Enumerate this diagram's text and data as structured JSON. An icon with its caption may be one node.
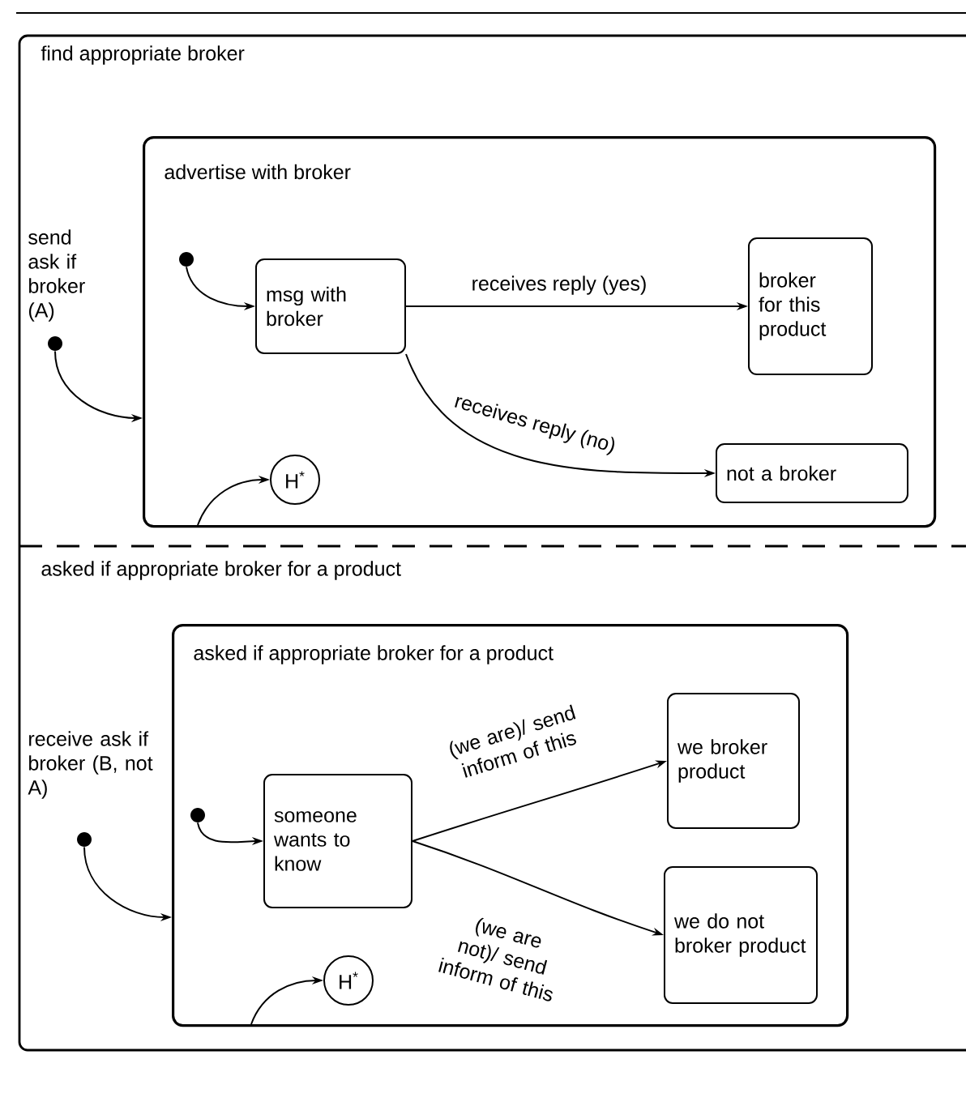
{
  "diagram": {
    "nodes": [
      {
        "text": [
          "advertise with broker"
        ]
      },
      {
        "text": [],
        "shape": "circle"
      },
      {
        "text": [],
        "shape": "circle",
        "in": 0
      },
      {
        "text": [
          "msg with broker"
        ],
        "in": 0
      },
      {
        "text": [
          "broker for this product"
        ],
        "in": 0
      },
      {
        "text": [
          "not a broker"
        ],
        "in": 0
      },
      {
        "text": [
          "H$^{*}$"
        ],
        "in": 0
      },
      {
        "text": [
          "asked if appropriate broker for a product"
        ]
      },
      {
        "text": [],
        "shape": "circle"
      },
      {
        "text": [],
        "shape": "circle",
        "in": 7
      },
      {
        "text": [
          "someone wants to know"
        ],
        "in": 7
      },
      {
        "text": [
          "we broker product"
        ],
        "in": 7
      },
      {
        "text": [
          "we do not broker product"
        ],
        "in": 7
      },
      {
        "text": [
          "H$^{*}$"
        ],
        "in": 7
      }
    ],
    "edges": [
      {
        "from": 1,
        "to": 0,
        "arrow": "to",
        "label": "send ask if broker (A)"
      },
      {
        "from": 2,
        "to": 3,
        "arrow": "to"
      },
      {
        "from": 3,
        "to": 4,
        "arrow": "to",
        "label": "receives reply (yes)"
      },
      {
        "from": 3,
        "to": 5,
        "arrow": "to",
        "label": "receives reply (no)"
      },
      {
        "from": null,
        "to": 6,
        "arrow": "to"
      },
      {
        "from": 8,
        "to": 7,
        "arrow": "to",
        "label": "receive ask if broker (B, not A)"
      },
      {
        "from": 9,
        "to": 10,
        "arrow": "to"
      },
      {
        "from": 10,
        "to": 11,
        "arrow": "to",
        "label": "(we are)/ send inform of this"
      },
      {
        "from": 10,
        "to": 12,
        "arrow": "to",
        "label": "(we are not)/ send inform of this"
      },
      {
        "from": null,
        "to": 13,
        "arrow": "to"
      }
    ],
    "labels": [
      "find appropriate broker",
      "asked if appropriate broker for a product"
    ]
  }
}
